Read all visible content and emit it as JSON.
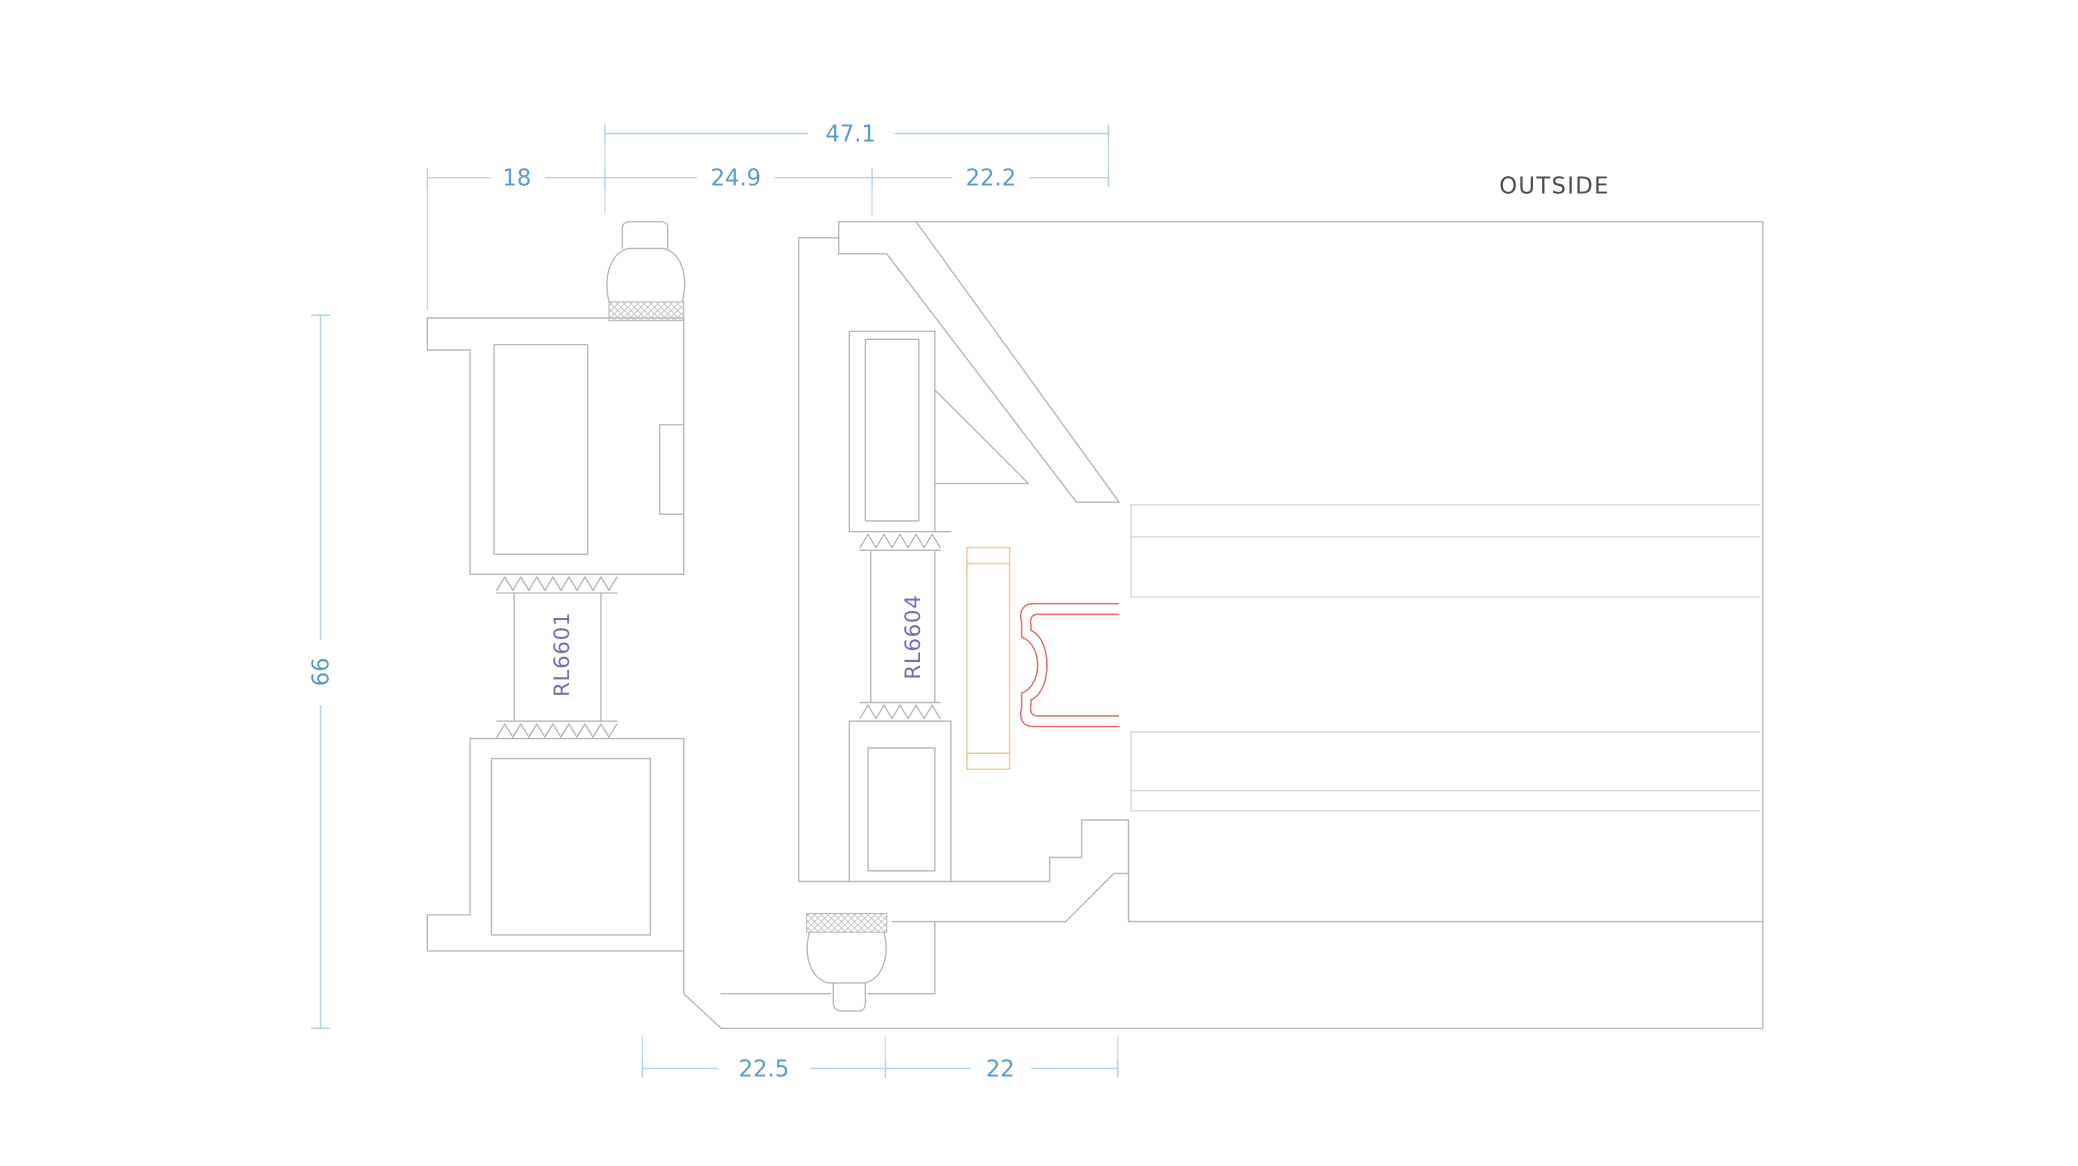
{
  "outside_label": "OUTSIDE",
  "profiles": {
    "frame": "RL6601",
    "sash": "RL6604"
  },
  "dimensions": {
    "top_total": "47.1",
    "top_left": "18",
    "top_mid": "24.9",
    "top_right": "22.2",
    "left_height": "66",
    "bottom_left": "22.5",
    "bottom_right": "22"
  },
  "colors": {
    "dimension_text": "#5b9cc4",
    "dimension_line": "#aed2e6",
    "profile_outline": "#b5b5b5",
    "glass_line": "#cfe0ea",
    "profile_label": "#7a6cb1",
    "gasket_red": "#e26b6b",
    "spacer_orange": "#ecc892",
    "outside_text": "#4c4c4c",
    "background": "#ffffff"
  }
}
